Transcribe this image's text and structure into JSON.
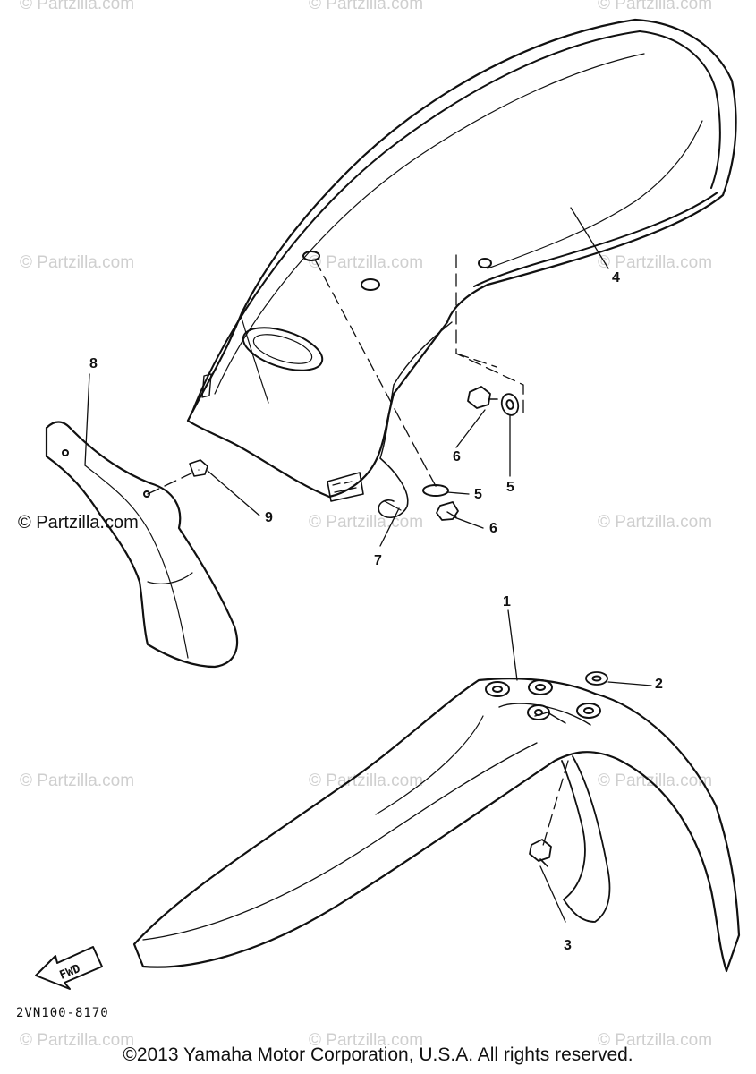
{
  "watermarks": [
    "© Partzilla.com",
    "© Partzilla.com",
    "© Partzilla.com",
    "© Partzilla.com",
    "© Partzilla.com",
    "© Partzilla.com",
    "© Partzilla.com",
    "© Partzilla.com",
    "© Partzilla.com",
    "© Partzilla.com",
    "© Partzilla.com",
    "© Partzilla.com",
    "© Partzilla.com",
    "© Partzilla.com",
    "© Partzilla.com"
  ],
  "callouts": {
    "front_fender": "1",
    "grommet": "2",
    "bolt_front": "3",
    "rear_fender": "4",
    "washer_right": "5",
    "washer_lower": "5",
    "bolt_right": "6",
    "bolt_lower": "6",
    "band": "7",
    "flap": "8",
    "bolt_flap": "9"
  },
  "fwd_label": "FWD",
  "diagram_code": "2VN100-8170",
  "copyright": "©2013 Yamaha Motor Corporation, U.S.A. All rights reserved."
}
